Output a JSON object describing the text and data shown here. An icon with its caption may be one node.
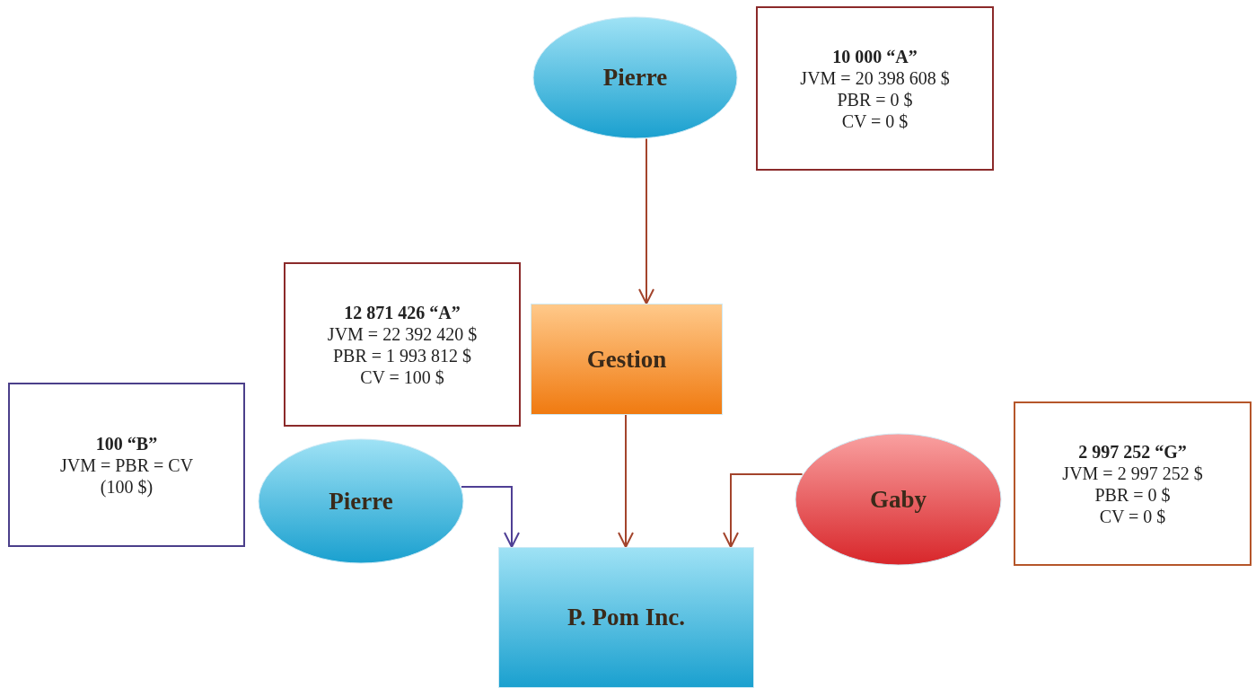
{
  "diagram": {
    "nodes": [
      {
        "text": [
          "Pierre"
        ]
      },
      {
        "text": [
          "10 000 “A”",
          "JVM = 20 398 608 $",
          "PBR = 0 $",
          "CV = 0 $"
        ]
      },
      {
        "text": [
          "12 871 426 “A”",
          "JVM = 22 392 420 $",
          "PBR = 1 993 812 $",
          "CV = 100 $"
        ]
      },
      {
        "text": [
          "Gestion"
        ]
      },
      {
        "text": [
          "100 “B”",
          "JVM = PBR = CV",
          "(100 $)"
        ]
      },
      {
        "text": [
          "Pierre"
        ]
      },
      {
        "text": [
          "Gaby"
        ]
      },
      {
        "text": [
          "2 997 252 “G”",
          "JVM = 2 997 252 $",
          "PBR = 0 $",
          "CV = 0 $"
        ]
      },
      {
        "text": [
          "P. Pom Inc."
        ]
      }
    ],
    "edges": [
      {
        "from": 0,
        "to": 3,
        "arrow": "to"
      },
      {
        "from": 3,
        "to": 8,
        "arrow": "to"
      },
      {
        "from": 5,
        "to": 8,
        "arrow": "to",
        "color": "#4f3f95"
      },
      {
        "from": 6,
        "to": 8,
        "arrow": "to"
      }
    ]
  }
}
